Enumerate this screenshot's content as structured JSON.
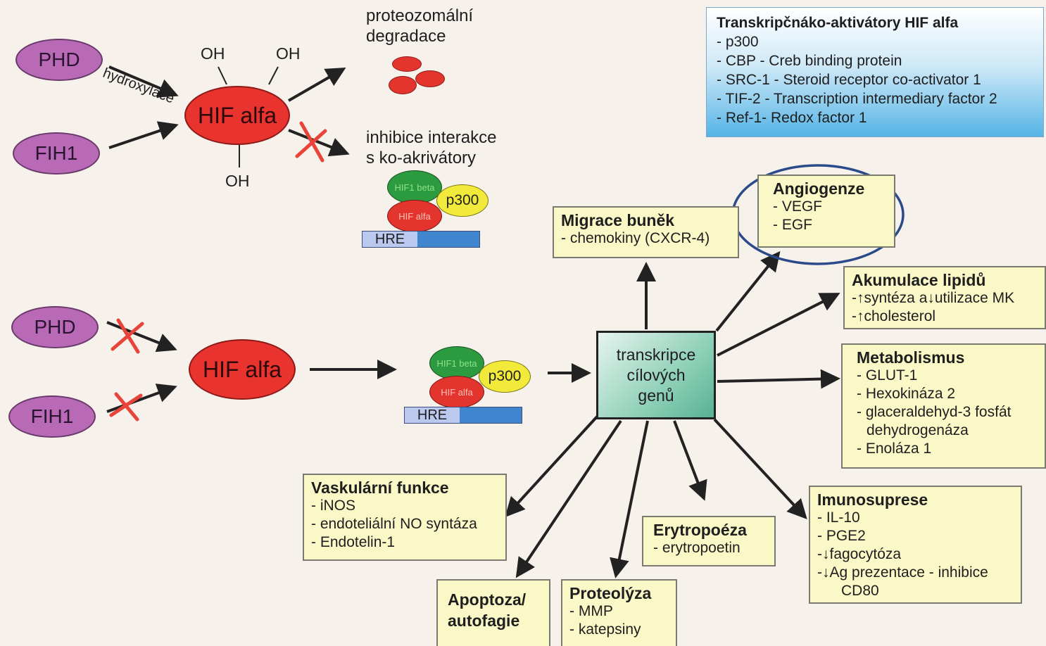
{
  "top": {
    "phd": "PHD",
    "fih1": "FIH1",
    "hydroxylace": "hydroxylace",
    "hif_alfa": "HIF alfa",
    "oh": "OH",
    "degradation": [
      "proteozomální",
      "degradace"
    ],
    "inhibition": [
      "inhibice interakce",
      "s ko-akrivátory"
    ]
  },
  "complex": {
    "hif1_beta": "HIF1 beta",
    "hif_alfa_small": "HIF alfa",
    "p300": "p300",
    "hre": "HRE"
  },
  "coactivators": {
    "title": "Transkripčnáko-aktivátory HIF alfa",
    "items": [
      "- p300",
      "- CBP - Creb binding protein",
      "- SRC-1 - Steroid receptor co-activator 1",
      "- TIF-2 - Transcription intermediary factor 2",
      "- Ref-1- Redox factor 1"
    ]
  },
  "bottom": {
    "phd": "PHD",
    "fih1": "FIH1",
    "hif_alfa": "HIF alfa"
  },
  "center": [
    "transkripce",
    "cílových",
    "genů"
  ],
  "targets": {
    "migrace": {
      "title": "Migrace buněk",
      "items": [
        "- chemokiny (CXCR-4)"
      ]
    },
    "angiogeneze": {
      "title": "Angiogenze",
      "items": [
        "- VEGF",
        "- EGF"
      ]
    },
    "lipidy": {
      "title": "Akumulace lipidů",
      "items": [
        "-↑syntéza a↓utilizace MK",
        "-↑cholesterol"
      ]
    },
    "metabolismus": {
      "title": "Metabolismus",
      "items": [
        "- GLUT-1",
        "- Hexokináza 2",
        "- glaceraldehyd-3 fosfát",
        "  dehydrogenáza",
        "- Enoláza 1"
      ]
    },
    "imunosuprese": {
      "title": "Imunosuprese",
      "items": [
        "- IL-10",
        "- PGE2",
        "-↓fagocytóza",
        "-↓Ag prezentace - inhibice",
        "   CD80"
      ]
    },
    "erytropoeza": {
      "title": "Erytropoéza",
      "items": [
        "- erytropoetin"
      ]
    },
    "proteolyza": {
      "title": "Proteolýza",
      "items": [
        "- MMP",
        "- katepsiny"
      ]
    },
    "apoptoza": {
      "title": "Apoptoza/ autofagie",
      "items": []
    },
    "vaskularni": {
      "title": "Vaskulární funkce",
      "items": [
        "- iNOS",
        "- endoteliální NO syntáza",
        "- Endotelin-1"
      ]
    }
  },
  "colors": {
    "enzyme": "#b86ab6",
    "hif": "#e3342e",
    "p300": "#f1ea3a",
    "hif1_beta": "#2c9b40",
    "target_box": "#fbf8c8",
    "highlight": "#2b4a8a",
    "cross": "#e8443a"
  }
}
